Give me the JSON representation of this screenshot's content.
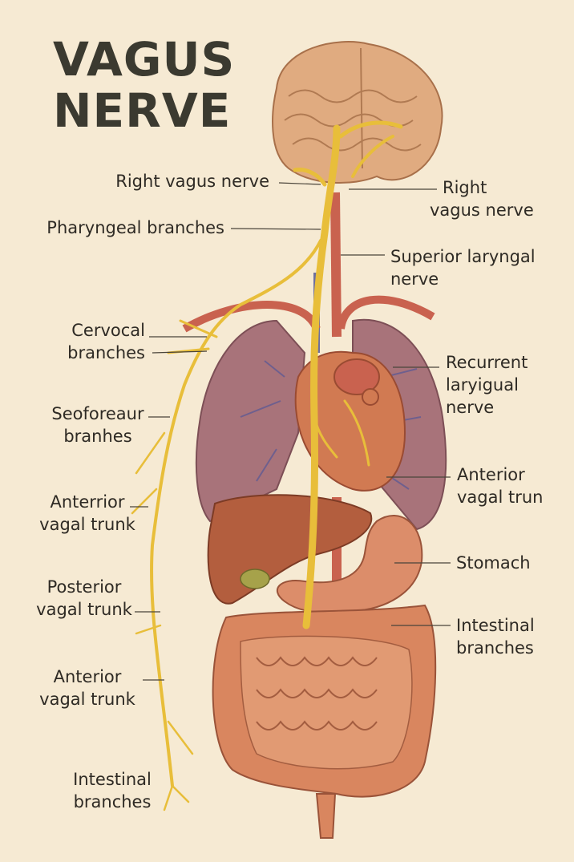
{
  "title": {
    "line1": "VAGUS",
    "line2": "NERVE"
  },
  "labels": {
    "right_vagus_left": "Right vagus nerve",
    "right_vagus_right_1": "Right",
    "right_vagus_right_2": "vagus nerve",
    "pharyngeal": "Pharyngeal branches",
    "superior_laryngeal_1": "Superior laryngal",
    "superior_laryngeal_2": "nerve",
    "cervocal_1": "Cervocal",
    "cervocal_2": "branches",
    "recurrent_1": "Recurrent",
    "recurrent_2": "laryigual",
    "recurrent_3": "nerve",
    "seoforeaur_1": "Seoforeaur",
    "seoforeaur_2": "branhes",
    "anterior_right_1": "Anterior",
    "anterior_right_2": "vagal trun",
    "anterrior_1": "Anterrior",
    "anterrior_2": "vagal trunk",
    "stomach": "Stomach",
    "posterior_1": "Posterior",
    "posterior_2": "vagal trunk",
    "intestinal_right_1": "Intestinal",
    "intestinal_right_2": "branches",
    "anterior_left_1": "Anterior",
    "anterior_left_2": "vagal trunk",
    "intestinal_left_1": "Intestinal",
    "intestinal_left_2": "branches"
  },
  "colors": {
    "background": "#f6ead3",
    "nerve": "#e8be3a",
    "brain": "#e0ab80",
    "lung": "#a8737a",
    "heart": "#d17a52",
    "liver": "#b35e3e",
    "stomach": "#dc8d6a",
    "intestine": "#d9865f",
    "artery": "#c9624f",
    "vein": "#6e6f9e"
  }
}
